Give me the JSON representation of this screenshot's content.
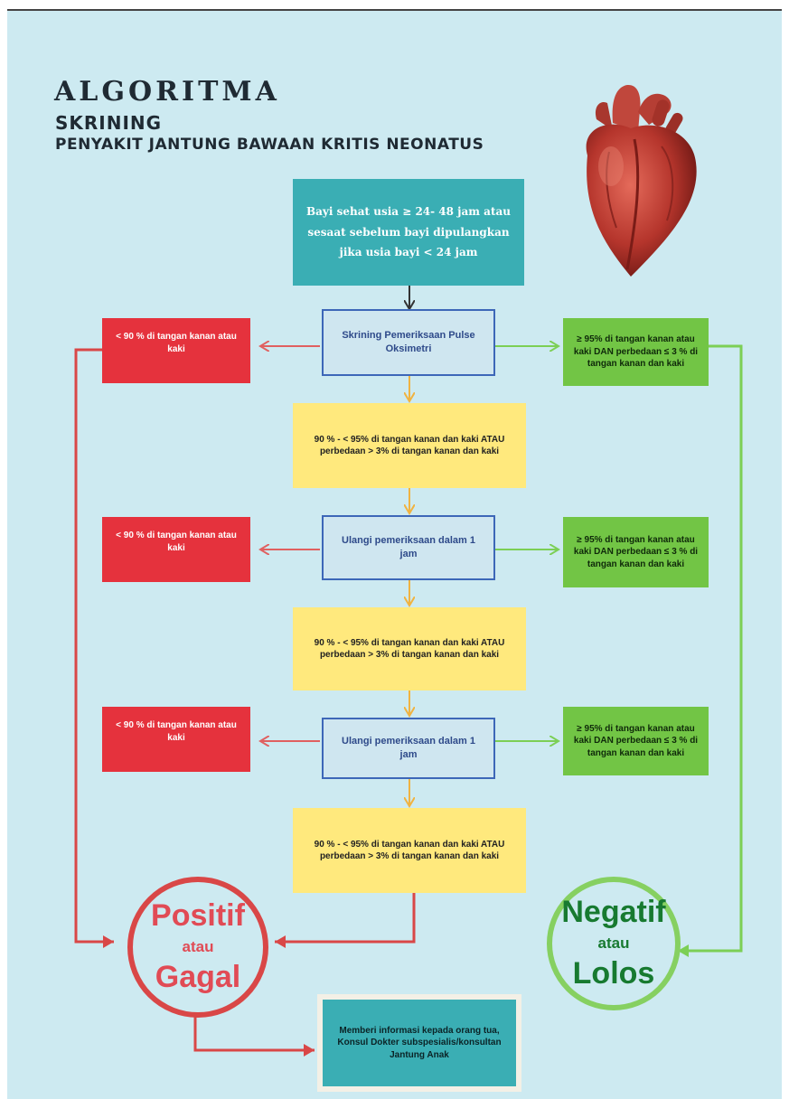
{
  "title": {
    "main": "ALGORITMA",
    "sub1": "SKRINING",
    "sub2": "PENYAKIT JANTUNG BAWAAN KRITIS NEONATUS"
  },
  "start_box": "Bayi sehat usia ≥ 24- 48 jam atau sesaat sebelum bayi dipulangkan jika usia bayi < 24 jam",
  "steps": [
    {
      "check": "Skrining Pemeriksaan Pulse Oksimetri",
      "fail": "< 90 % di tangan kanan atau kaki",
      "pass": "≥ 95% di tangan kanan atau kaki DAN perbedaan ≤ 3 % di tangan kanan dan kaki",
      "repeat": "90 % - < 95% di tangan kanan dan kaki ATAU perbedaan > 3% di tangan kanan dan kaki"
    },
    {
      "check": "Ulangi pemeriksaan dalam 1 jam",
      "fail": "< 90 % di tangan kanan atau kaki",
      "pass": "≥ 95% di tangan kanan atau kaki DAN perbedaan ≤ 3 % di tangan kanan dan kaki",
      "repeat": "90 % - < 95% di tangan kanan dan kaki ATAU perbedaan > 3% di tangan kanan dan kaki"
    },
    {
      "check": "Ulangi pemeriksaan dalam 1 jam",
      "fail": "< 90 % di tangan kanan atau kaki",
      "pass": "≥ 95% di tangan kanan atau kaki DAN perbedaan ≤ 3 % di tangan kanan dan kaki",
      "repeat": "90 % - < 95% di tangan kanan dan kaki ATAU perbedaan > 3% di tangan kanan dan kaki"
    }
  ],
  "positive": {
    "line1": "Positif",
    "line2": "atau",
    "line3": "Gagal"
  },
  "negative": {
    "line1": "Negatif",
    "line2": "atau",
    "line3": "Lolos"
  },
  "info_box": "Memberi informasi kepada orang tua, Konsul Dokter subspesialis/konsultan Jantung Anak",
  "icons": {
    "heart": "heart-icon"
  },
  "colors": {
    "background": "#cdeaf1",
    "teal": "#3aaeb4",
    "check_border": "#3d67b8",
    "yellow": "#ffe97d",
    "red": "#e5323d",
    "green": "#72c545",
    "positive": "#d94747",
    "negative": "#86d061"
  }
}
